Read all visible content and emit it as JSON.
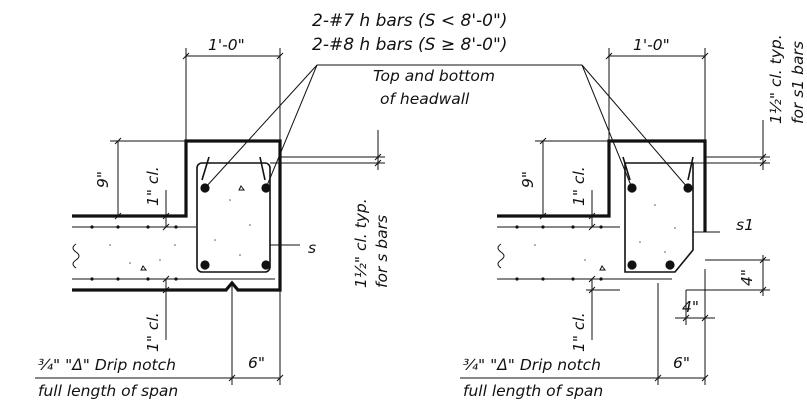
{
  "labels": {
    "hbars_line1": "2-#7 h bars (S < 8'-0\")",
    "hbars_line2": "2-#8 h bars (S ≥ 8'-0\")",
    "top_bottom_1": "Top and bottom",
    "top_bottom_2": "of headwall",
    "one_foot_left": "1'-0\"",
    "one_foot_right": "1'-0\"",
    "nine_in_left": "9\"",
    "nine_in_right": "9\"",
    "one_cl_top_left": "1\" cl.",
    "one_cl_top_right": "1\" cl.",
    "one_cl_bot_left": "1\" cl.",
    "one_cl_bot_right": "1\" cl.",
    "s_cl_line1": "1½\" cl. typ.",
    "s_cl_line2": "for s bars",
    "s1_cl_line1": "1½\" cl. typ.",
    "s1_cl_line2": "for s1 bars",
    "s_label": "s",
    "s1_label": "s1",
    "four_in_v": "4\"",
    "four_in_h": "4\"",
    "six_in_left": "6\"",
    "six_in_right": "6\"",
    "drip_left": "¾\" \"Δ\" Drip notch",
    "drip_right": "¾\" \"Δ\" Drip notch",
    "full_left": "full length of span",
    "full_right": "full length of span"
  }
}
